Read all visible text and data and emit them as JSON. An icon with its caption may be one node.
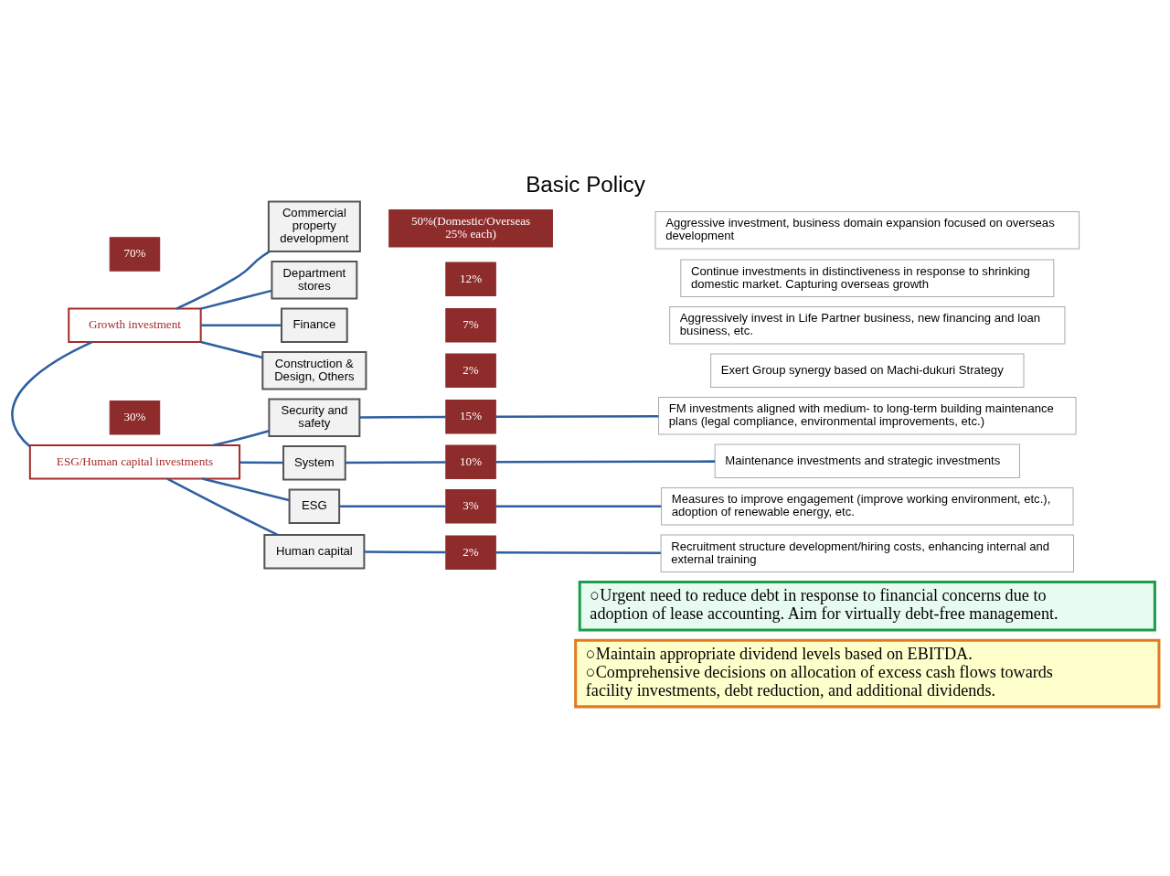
{
  "diagram": {
    "title": "Basic Policy",
    "nodes": [
      {
        "text": [
          "70%"
        ]
      },
      {
        "text": [
          "Growth investment"
        ]
      },
      {
        "text": [
          "Commercial property development"
        ]
      },
      {
        "text": [
          "50%(Domestic/Overseas 25% each)"
        ]
      },
      {
        "text": [
          "Aggressive investment, business domain expansion focused on overseas development"
        ]
      },
      {
        "text": [
          "Department stores"
        ]
      },
      {
        "text": [
          "12%"
        ]
      },
      {
        "text": [
          "Continue investments in distinctiveness in response to shrinking domestic market. Capturing overseas growth"
        ]
      },
      {
        "text": [
          "Finance"
        ]
      },
      {
        "text": [
          "7%"
        ]
      },
      {
        "text": [
          "Aggressively invest in Life Partner business, new financing and loan business, etc."
        ]
      },
      {
        "text": [
          "Construction & Design, Others"
        ]
      },
      {
        "text": [
          "2%"
        ]
      },
      {
        "text": [
          "Exert Group synergy based on Machi-dukuri Strategy"
        ]
      },
      {
        "text": [
          "30%"
        ]
      },
      {
        "text": [
          "ESG/Human capital investments"
        ]
      },
      {
        "text": [
          "Security and safety"
        ]
      },
      {
        "text": [
          "15%"
        ]
      },
      {
        "text": [
          "FM investments aligned with medium- to long-term building maintenance plans (legal compliance, environmental improvements, etc.)"
        ]
      },
      {
        "text": [
          "System"
        ]
      },
      {
        "text": [
          "10%"
        ]
      },
      {
        "text": [
          "Maintenance investments and strategic investments"
        ]
      },
      {
        "text": [
          "ESG"
        ]
      },
      {
        "text": [
          "3%"
        ]
      },
      {
        "text": [
          "Measures to improve engagement (improve working environment, etc.), adoption of renewable energy, etc."
        ]
      },
      {
        "text": [
          "Human capital"
        ]
      },
      {
        "text": [
          "2%"
        ]
      },
      {
        "text": [
          "Recruitment structure development/hiring costs, enhancing internal and external training"
        ]
      },
      {
        "text": [
          "○Urgent need to reduce debt in response to financial concerns due to adoption of lease accounting. Aim for virtually debt-free management."
        ]
      },
      {
        "text": [
          "○Maintain appropriate dividend levels based on EBITDA.",
          "○Comprehensive decisions on allocation of excess cash flows towards facility investments, debt reduction, and additional dividends."
        ]
      }
    ],
    "edges": [
      {
        "from": 1,
        "to": 15,
        "arrow": "none"
      },
      {
        "from": 1,
        "to": 2,
        "arrow": "none"
      },
      {
        "from": 1,
        "to": 5,
        "arrow": "none"
      },
      {
        "from": 1,
        "to": 8,
        "arrow": "none"
      },
      {
        "from": 1,
        "to": 11,
        "arrow": "none"
      },
      {
        "from": 15,
        "to": 16,
        "arrow": "none"
      },
      {
        "from": 15,
        "to": 19,
        "arrow": "none"
      },
      {
        "from": 15,
        "to": 22,
        "arrow": "none"
      },
      {
        "from": 15,
        "to": 25,
        "arrow": "none"
      },
      {
        "from": 16,
        "to": 17,
        "arrow": "none"
      },
      {
        "from": 17,
        "to": 18,
        "arrow": "none"
      },
      {
        "from": 19,
        "to": 20,
        "arrow": "none"
      },
      {
        "from": 20,
        "to": 21,
        "arrow": "none"
      },
      {
        "from": 22,
        "to": 23,
        "arrow": "none"
      },
      {
        "from": 23,
        "to": 24,
        "arrow": "none"
      },
      {
        "from": 25,
        "to": 26,
        "arrow": "none"
      },
      {
        "from": 26,
        "to": 27,
        "arrow": "none"
      }
    ]
  }
}
